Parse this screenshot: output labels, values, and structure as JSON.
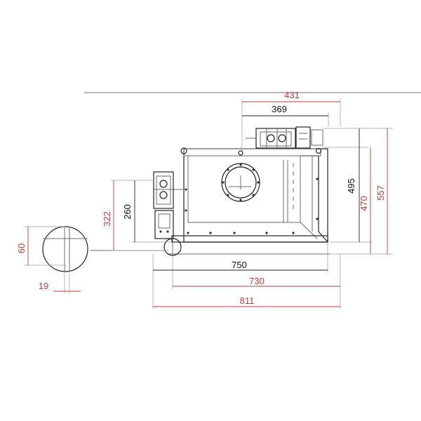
{
  "colors": {
    "red_dimension": "#c23b3b",
    "black_dimension": "#111111",
    "outline": "#6b6b6b",
    "background": "#ffffff"
  },
  "dimensions": {
    "top_outer_width": "431",
    "top_inner_width": "369",
    "height_495": "495",
    "height_470": "470",
    "height_557": "557",
    "left_height_322": "322",
    "left_height_260": "260",
    "detail_height_60": "60",
    "detail_width_19": "19",
    "bottom_width_750": "750",
    "bottom_width_730": "730",
    "bottom_width_811": "811"
  }
}
